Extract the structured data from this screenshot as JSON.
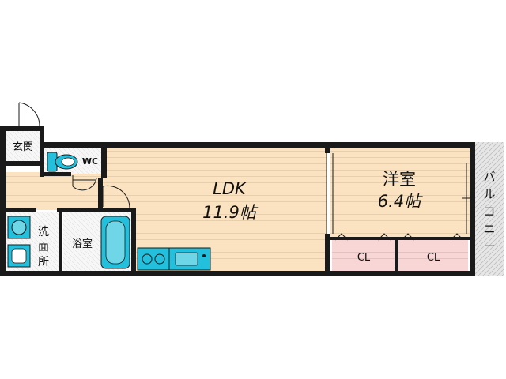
{
  "rooms": {
    "genkan": "玄関",
    "wc": "WC",
    "senmenjo": [
      "洗",
      "面",
      "所"
    ],
    "yokushitsu": "浴室",
    "ldk_name": "LDK",
    "ldk_size": "11.9帖",
    "yoshitsu_name": "洋室",
    "yoshitsu_size": "6.4帖",
    "closet_1": "CL",
    "closet_2": "CL",
    "balcony": [
      "バ",
      "ル",
      "コ",
      "ニ",
      "ー"
    ]
  },
  "colors": {
    "floor_wood": "#fbe2c0",
    "floor_stripe": "#f3cc9b",
    "tile": "#f2f2f2",
    "closet": "#f8d6d6",
    "fixture_cyan": "#22c0dc",
    "balcony": "#dcdcdc",
    "wall": "#1a1a1a"
  },
  "icons": [
    "door-swing-icon",
    "toilet-icon",
    "bathtub-icon",
    "washbasin-icon",
    "washing-machine-icon",
    "kitchen-stove-icon",
    "kitchen-sink-icon"
  ]
}
